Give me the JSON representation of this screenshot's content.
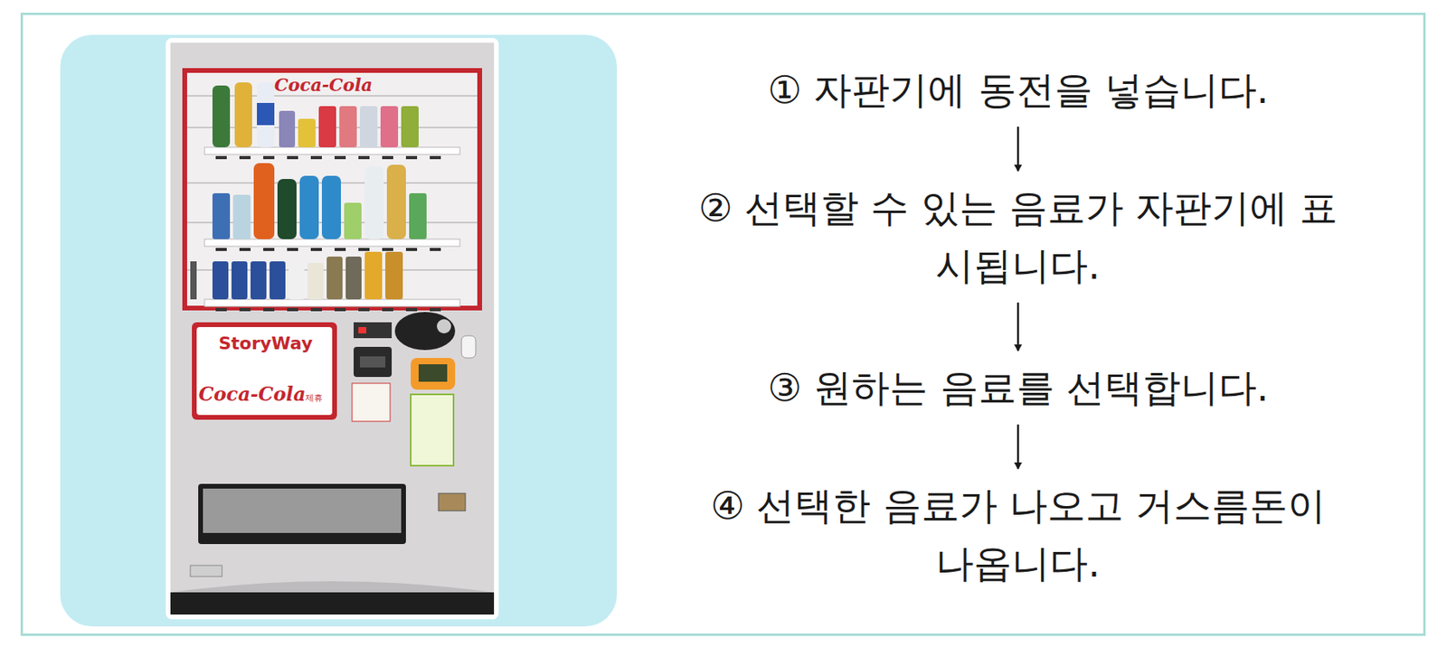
{
  "diagram": {
    "nodes": [
      {
        "text": [
          "① 자판기에 동전을 넣습니다."
        ]
      },
      {
        "text": [
          "② 선택할 수 있는 음료가 자판기에 표시됩니다."
        ]
      },
      {
        "text": [
          "③ 원하는 음료를 선택합니다."
        ]
      },
      {
        "text": [
          "④ 선택한 음료가 나오고 거스름돈이 나옵니다."
        ]
      }
    ],
    "edges": [
      {
        "from": 0,
        "to": 1,
        "arrow": "to"
      },
      {
        "from": 1,
        "to": 2,
        "arrow": "to"
      },
      {
        "from": 2,
        "to": 3,
        "arrow": "to"
      }
    ],
    "labels": [
      "Coca-Cola",
      "StoryWay",
      "Coca-Cola",
      "제휴"
    ]
  }
}
